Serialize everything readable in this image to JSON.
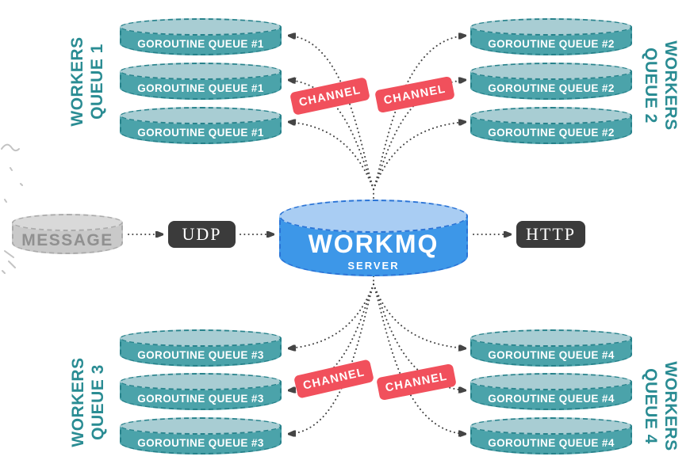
{
  "server": {
    "title": "WORKMQ",
    "subtitle": "SERVER"
  },
  "input": {
    "message_label": "MESSAGE",
    "udp_label": "UDP"
  },
  "output": {
    "http_label": "HTTP"
  },
  "channel_label": "CHANNEL",
  "worker_groups": [
    {
      "position": "top-left",
      "label_line1": "WORKERS",
      "label_line2": "QUEUE 1",
      "queues": [
        "GOROUTINE QUEUE #1",
        "GOROUTINE QUEUE #1",
        "GOROUTINE QUEUE #1"
      ]
    },
    {
      "position": "top-right",
      "label_line1": "WORKERS",
      "label_line2": "QUEUE 2",
      "queues": [
        "GOROUTINE QUEUE #2",
        "GOROUTINE QUEUE #2",
        "GOROUTINE QUEUE #2"
      ]
    },
    {
      "position": "bottom-left",
      "label_line1": "WORKERS",
      "label_line2": "QUEUE 3",
      "queues": [
        "GOROUTINE QUEUE #3",
        "GOROUTINE QUEUE #3",
        "GOROUTINE QUEUE #3"
      ]
    },
    {
      "position": "bottom-right",
      "label_line1": "WORKERS",
      "label_line2": "QUEUE 4",
      "queues": [
        "GOROUTINE QUEUE #4",
        "GOROUTINE QUEUE #4",
        "GOROUTINE QUEUE #4"
      ]
    }
  ],
  "colors": {
    "server_body": "#3d97e8",
    "server_top": "#a9cdf3",
    "server_border": "#2b74d6",
    "queue_body": "#4ba3aa",
    "queue_top": "#a8cdd3",
    "queue_border": "#27828b",
    "message_body": "#c9c9c9",
    "message_top": "#d9d9d9",
    "message_border": "#ababab",
    "message_text": "#909090",
    "protocol_bg": "#3b3b3b",
    "channel_bg": "#f1505c",
    "group_label": "#2a8c93",
    "connector": "#454545"
  }
}
